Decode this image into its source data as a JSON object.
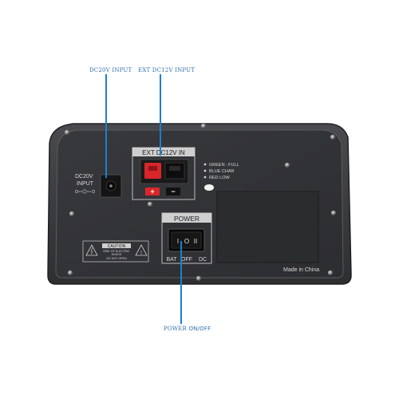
{
  "callouts": {
    "dc20v_input": "DC20V INPUT",
    "ext_dc12v_input": "EXT DC12V INPUT",
    "power_prefix": "POWER",
    "power_suffix": "ON/OFF"
  },
  "panel": {
    "dc20v_label_line1": "DC20V",
    "dc20v_label_line2": "INPUT",
    "ext_header": "EXT DC12V IN",
    "plus": "+",
    "minus": "−",
    "led_legend": [
      "GREEN : FULL",
      "BLUE CHAR",
      "RED  LOW"
    ],
    "power_header": "POWER",
    "switch_labels": [
      "BAT",
      "OFF",
      "DC"
    ],
    "switch_glyphs": [
      "I",
      "O",
      "II"
    ],
    "caution_title": "CAUTION",
    "caution_line1": "RISK OF ELECTRIC",
    "caution_line2": "SHOCK",
    "caution_line3": "DO NOT OPEN",
    "made_in": "Made in China"
  },
  "colors": {
    "callout_text": "#2f6fb0",
    "callout_line": "#1b7fd1",
    "panel_body": "#3a3b3d",
    "terminal_red": "#d9262b"
  }
}
